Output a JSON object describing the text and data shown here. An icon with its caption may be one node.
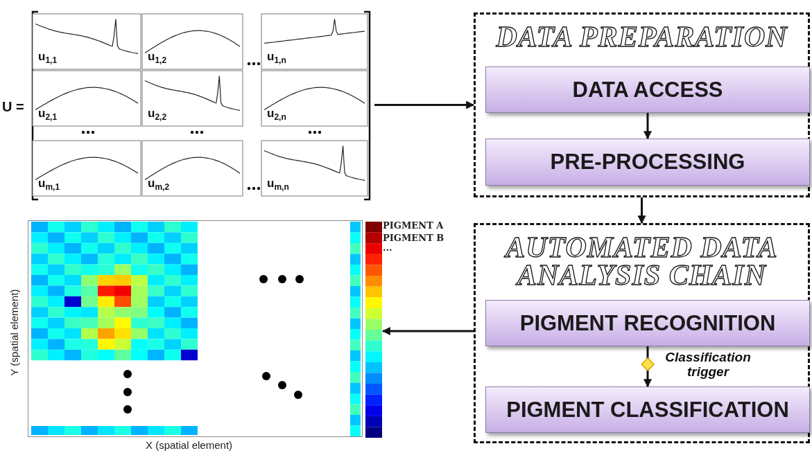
{
  "diagram": {
    "nodes": [
      {
        "text": [
          "U =",
          "u$_{1,1}$",
          "u$_{1,2}$",
          "u$_{1,n}$",
          "u$_{2,1}$",
          "u$_{2,2}$",
          "u$_{2,n}$",
          "u$_{m,1}$",
          "u$_{m,2}$",
          "u$_{m,n}$"
        ]
      },
      {
        "text": [
          "DATA PREPARATION"
        ]
      },
      {
        "text": [
          "DATA ACCESS"
        ],
        "in": 1
      },
      {
        "text": [
          "PRE-PROCESSING"
        ],
        "in": 1
      },
      {
        "text": [
          "AUTOMATED DATA ANALYSIS CHAIN"
        ]
      },
      {
        "text": [
          "PIGMENT RECOGNITION"
        ],
        "in": 4
      },
      {
        "text": [
          "PIGMENT CLASSIFICATION"
        ],
        "in": 4
      },
      {
        "text": [],
        "shape": "picture"
      }
    ],
    "edges": [
      {
        "from": 0,
        "to": 1,
        "arrow": "to"
      },
      {
        "from": 2,
        "to": 3,
        "arrow": "to"
      },
      {
        "from": 1,
        "to": 4,
        "arrow": "to"
      },
      {
        "from": 4,
        "to": 7,
        "arrow": "to"
      },
      {
        "from": 5,
        "to": 6,
        "arrow": "to",
        "label": "Classification trigger"
      }
    ],
    "labels": [
      "Y (spatial element)",
      "X (spatial element)",
      "PIGMENT A",
      "PIGMENT B",
      "..."
    ]
  }
}
